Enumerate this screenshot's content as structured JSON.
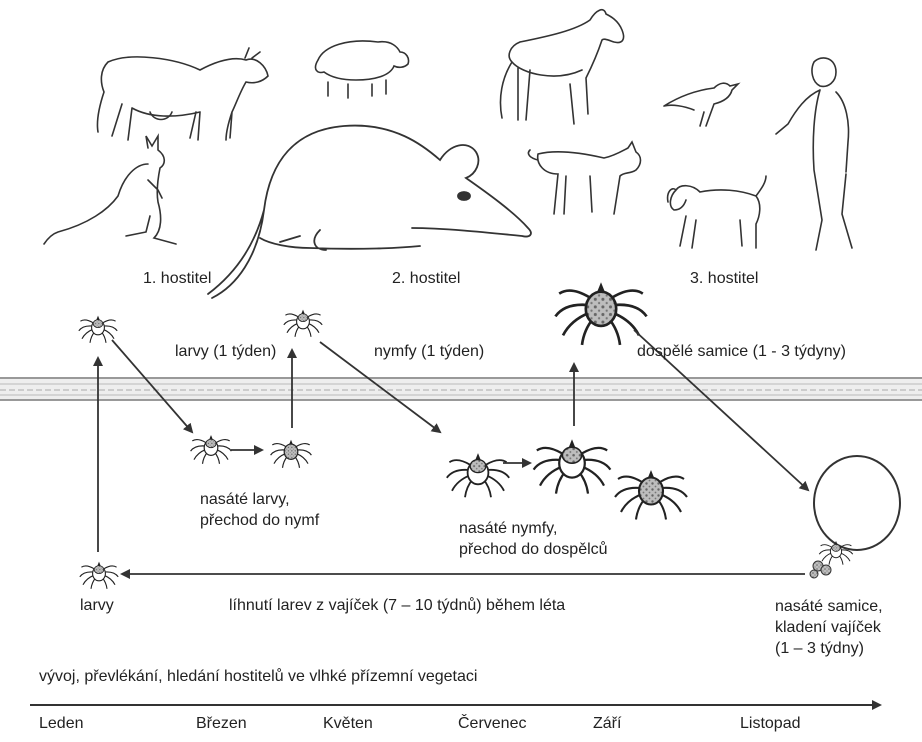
{
  "hosts": {
    "first": "1. hostitel",
    "second": "2. hostitel",
    "third": "3. hostitel"
  },
  "stages": {
    "larvae_feeding": "larvy (1 týden)",
    "nymphs_feeding": "nymfy (1 týden)",
    "adult_females": "dospělé  samice (1 - 3 týdyny)",
    "engorged_larvae_1": "nasáté larvy,",
    "engorged_larvae_2": "přechod do nymf",
    "engorged_nymphs_1": "nasáté nymfy,",
    "engorged_nymphs_2": "přechod do dospělců",
    "larvae": "larvy",
    "hatching": "líhnutí larev z vajíček (7 – 10 týdnů) během léta",
    "engorged_female_1": "nasáté samice,",
    "engorged_female_2": "kladení vajíček",
    "engorged_female_3": "(1 – 3 týdny)"
  },
  "timeline": {
    "caption": "vývoj, převlékání, hledání hostitelů ve vlhké přízemní vegetaci",
    "months": [
      "Leden",
      "Březen",
      "Květen",
      "Červenec",
      "Září",
      "Listopad"
    ]
  },
  "icons": [
    "cow-icon",
    "kangaroo-icon",
    "sheep-icon",
    "shrew-icon",
    "horse-icon",
    "cat-icon",
    "bird-icon",
    "dog-icon",
    "human-icon",
    "tick-icon",
    "egg-mass-icon"
  ]
}
